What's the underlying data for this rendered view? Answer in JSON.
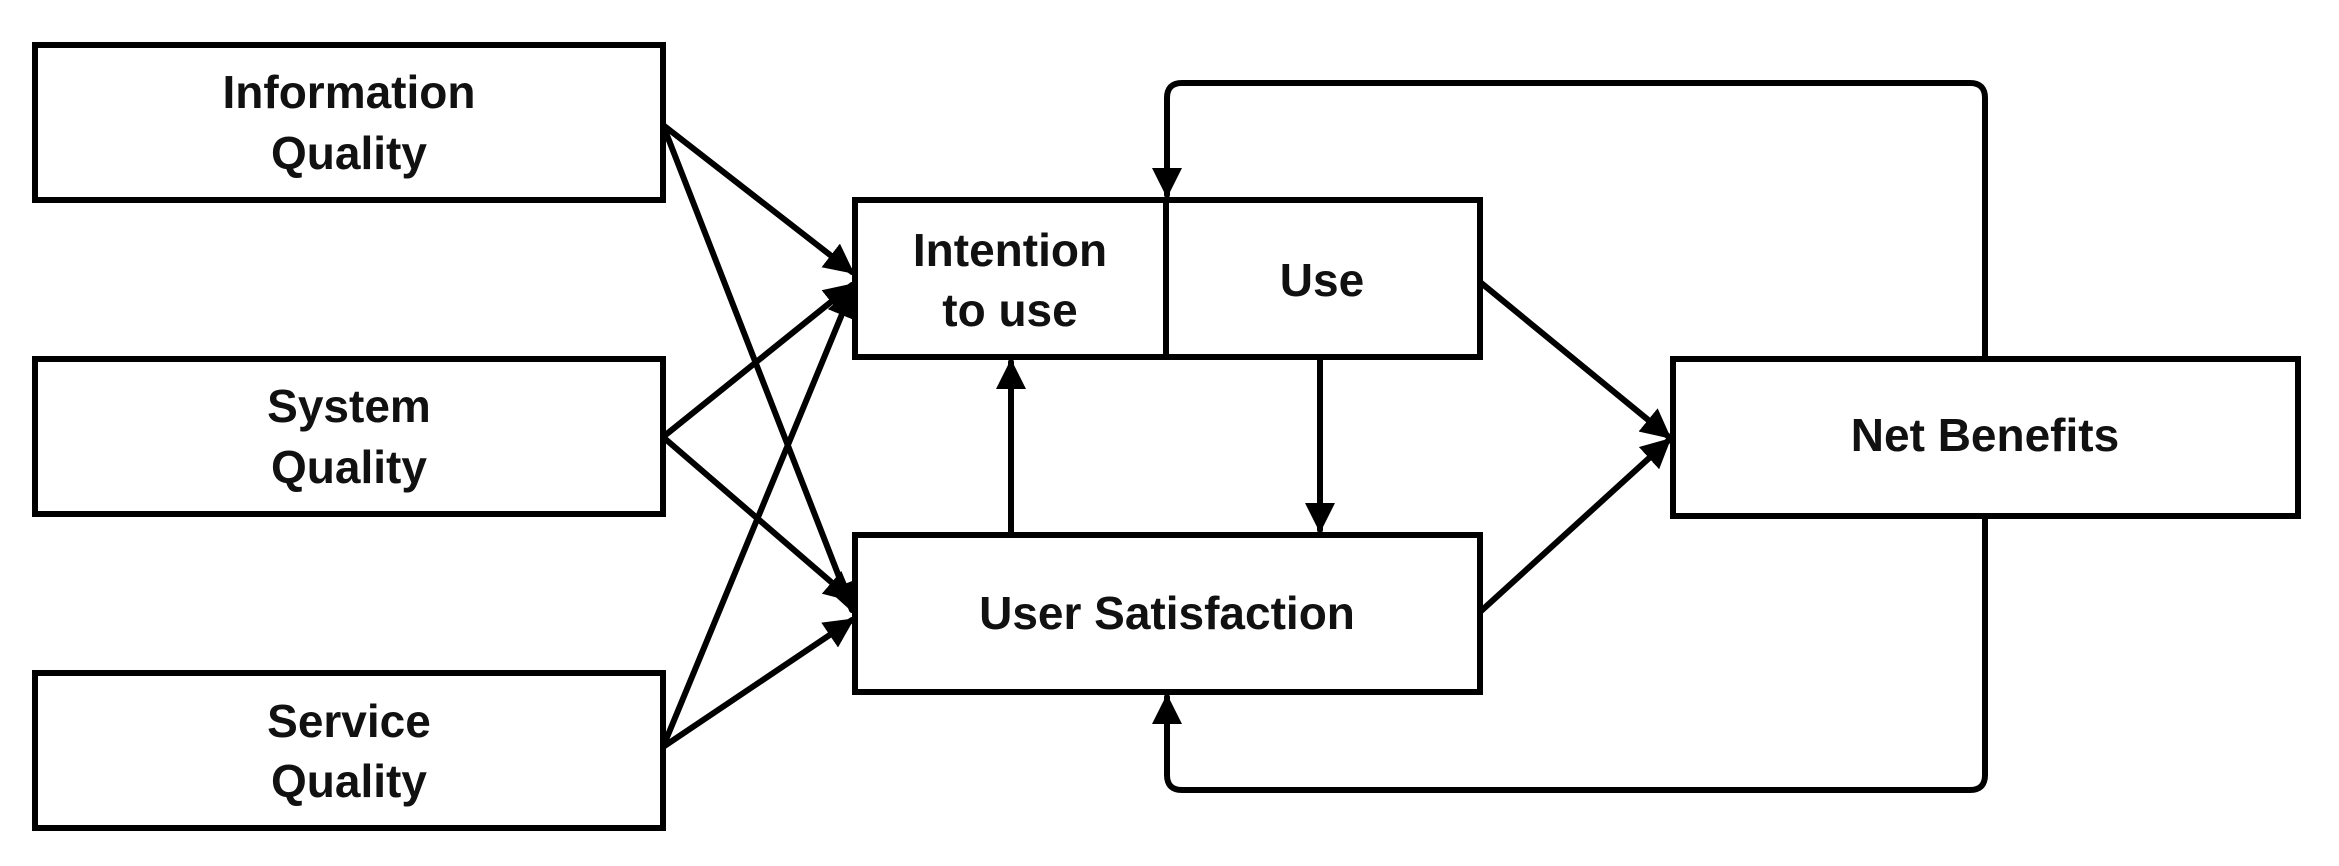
{
  "diagram": {
    "nodes": {
      "information_quality": {
        "line1": "Information",
        "line2": "Quality"
      },
      "system_quality": {
        "line1": "System",
        "line2": "Quality"
      },
      "service_quality": {
        "line1": "Service",
        "line2": "Quality"
      },
      "intention_to_use": {
        "line1": "Intention",
        "line2": "to use"
      },
      "use": {
        "label": "Use"
      },
      "user_satisfaction": {
        "label": "User Satisfaction"
      },
      "net_benefits": {
        "label": "Net Benefits"
      }
    },
    "colors": {
      "stroke": "#000000",
      "text": "#111111",
      "background": "#ffffff"
    }
  }
}
